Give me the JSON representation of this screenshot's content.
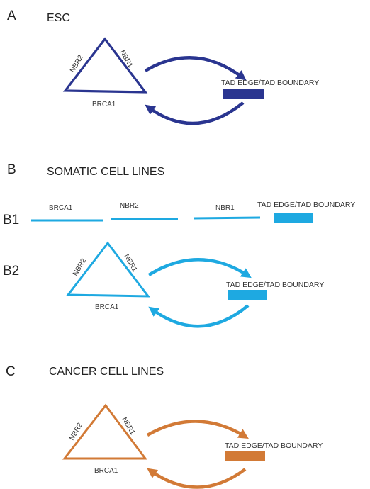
{
  "panels": {
    "a": {
      "letter": "A",
      "title": "ESC",
      "color": "#2a3590",
      "genes": {
        "left_side": "NBR2",
        "right_side": "NBR1",
        "base": "BRCA1"
      },
      "boundary_label": "TAD EDGE/TAD BOUNDARY"
    },
    "b": {
      "letter": "B",
      "title": "SOMATIC CELL LINES",
      "color": "#1ea9e1",
      "b1": {
        "letter": "B1",
        "genes": [
          "BRCA1",
          "NBR2",
          "NBR1"
        ],
        "boundary_label": "TAD EDGE/TAD BOUNDARY"
      },
      "b2": {
        "letter": "B2",
        "genes": {
          "left_side": "NBR2",
          "right_side": "NBR1",
          "base": "BRCA1"
        },
        "boundary_label": "TAD EDGE/TAD BOUNDARY"
      }
    },
    "c": {
      "letter": "C",
      "title": "CANCER CELL LINES",
      "color": "#d27a36",
      "genes": {
        "left_side": "NBR2",
        "right_side": "NBR1",
        "base": "BRCA1"
      },
      "boundary_label": "TAD EDGE/TAD BOUNDARY"
    }
  }
}
